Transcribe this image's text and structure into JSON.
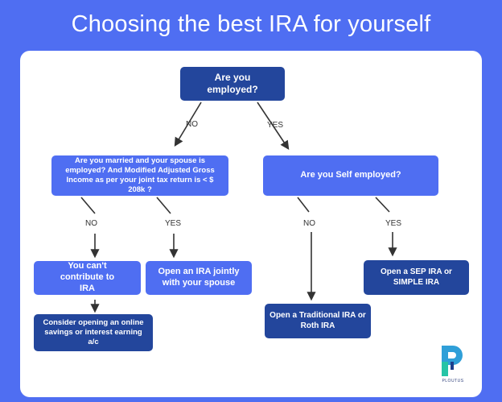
{
  "title": "Choosing the best IRA for yourself",
  "nodes": {
    "employed": "Are you employed?",
    "married": "Are you married and your spouse is employed? And Modified Adjusted Gross Income as per your joint tax return is < $ 208k ?",
    "self_employed": "Are you Self employed?",
    "cant_contribute": "You can't contribute to IRA",
    "open_ira_spouse": "Open an IRA jointly with your spouse",
    "consider_savings": "Consider opening an online savings or interest earning a/c",
    "traditional_roth": "Open a Traditional IRA or Roth IRA",
    "sep_simple": "Open a SEP IRA or SIMPLE IRA"
  },
  "labels": {
    "no_1": "NO",
    "yes_1": "YES",
    "no_2": "NO",
    "yes_2": "YES",
    "no_3": "NO",
    "yes_3": "YES"
  },
  "logo": {
    "icon": "p-letter-logo-icon",
    "word": "PLOUTUS"
  },
  "colors": {
    "background": "#4f6ef2",
    "panel": "#ffffff",
    "dark_box": "#23469c",
    "light_box": "#4f6ef2",
    "arrow": "#333333"
  }
}
